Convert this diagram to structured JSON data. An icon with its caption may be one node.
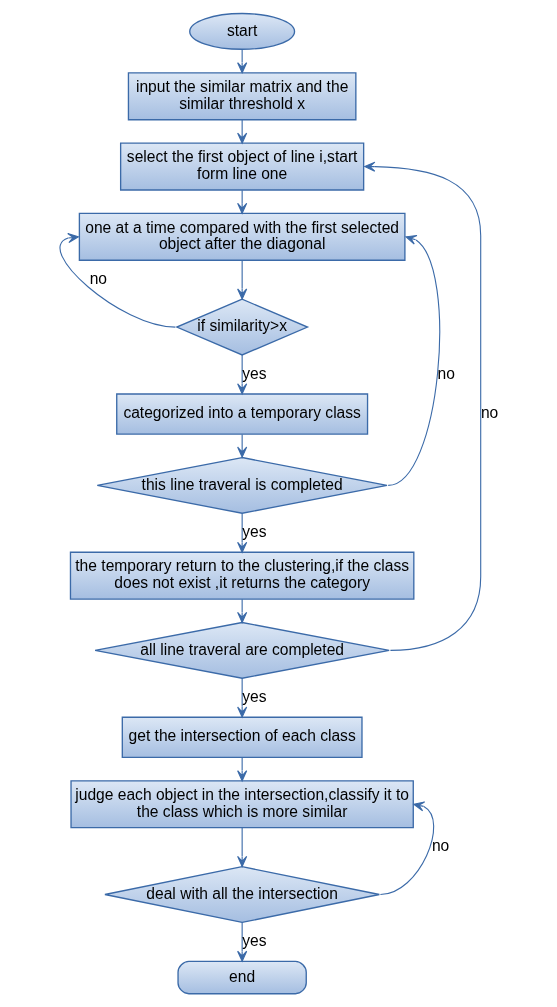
{
  "diagram": {
    "nodes": [
      {
        "text": [
          "start"
        ]
      },
      {
        "text": [
          "input the similar matrix and the similar threshold x"
        ]
      },
      {
        "text": [
          "select the first object of line i,start form line one"
        ]
      },
      {
        "text": [
          "one at a time compared with the first selected object after the diagonal"
        ]
      },
      {
        "text": [
          "if similarity>x"
        ]
      },
      {
        "text": [
          "categorized into a temporary class"
        ]
      },
      {
        "text": [
          "this line traveral is completed"
        ]
      },
      {
        "text": [
          "the temporary return to the clustering,if the class does not exist ,it returns the category"
        ]
      },
      {
        "text": [
          "all line traveral are completed"
        ]
      },
      {
        "text": [
          "get the intersection of each class"
        ]
      },
      {
        "text": [
          "judge each object in the intersection,classify it to the class which is more similar"
        ]
      },
      {
        "text": [
          "deal with all the intersection"
        ]
      },
      {
        "text": [
          "end"
        ]
      }
    ],
    "edges": [
      {
        "from": 0,
        "to": 1,
        "arrow": "to"
      },
      {
        "from": 1,
        "to": 2,
        "arrow": "to"
      },
      {
        "from": 2,
        "to": 3,
        "arrow": "to"
      },
      {
        "from": 3,
        "to": 4,
        "arrow": "to"
      },
      {
        "from": 4,
        "to": 3,
        "arrow": "to",
        "label": "no"
      },
      {
        "from": 4,
        "to": 5,
        "arrow": "to",
        "label": "yes"
      },
      {
        "from": 5,
        "to": 6,
        "arrow": "to"
      },
      {
        "from": 6,
        "to": 3,
        "arrow": "to",
        "label": "no"
      },
      {
        "from": 6,
        "to": 7,
        "arrow": "to",
        "label": "yes"
      },
      {
        "from": 7,
        "to": 8,
        "arrow": "to"
      },
      {
        "from": 8,
        "to": 2,
        "arrow": "to",
        "label": "no"
      },
      {
        "from": 8,
        "to": 9,
        "arrow": "to",
        "label": "yes"
      },
      {
        "from": 9,
        "to": 10,
        "arrow": "to"
      },
      {
        "from": 10,
        "to": 11,
        "arrow": "to"
      },
      {
        "from": 11,
        "to": 10,
        "arrow": "to",
        "label": "no"
      },
      {
        "from": 11,
        "to": 12,
        "arrow": "to",
        "label": "yes"
      }
    ]
  }
}
